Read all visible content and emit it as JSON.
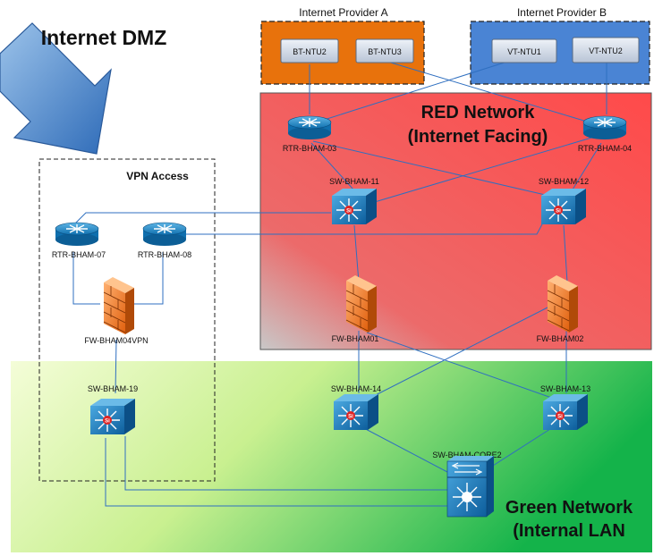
{
  "zones": {
    "dmz_title": "Internet DMZ",
    "provider_a": {
      "title": "Internet Provider A",
      "nodes": [
        "BT-NTU2",
        "BT-NTU3"
      ]
    },
    "provider_b": {
      "title": "Internet Provider B",
      "nodes": [
        "VT-NTU1",
        "VT-NTU2"
      ]
    },
    "red": {
      "title_line1": "RED Network",
      "title_line2": "(Internet Facing)"
    },
    "green": {
      "title_line1": "Green Network",
      "title_line2": "(Internal LAN"
    },
    "vpn": {
      "title": "VPN Access"
    }
  },
  "devices": {
    "rtr_bham_03": "RTR-BHAM-03",
    "rtr_bham_04": "RTR-BHAM-04",
    "rtr_bham_07": "RTR-BHAM-07",
    "rtr_bham_08": "RTR-BHAM-08",
    "sw_bham_11": "SW-BHAM-11",
    "sw_bham_12": "SW-BHAM-12",
    "sw_bham_13": "SW-BHAM-13",
    "sw_bham_14": "SW-BHAM-14",
    "sw_bham_19": "SW-BHAM-19",
    "sw_bham_core2": "SW-BHAM-CORE2",
    "fw_bham01": "FW-BHAM01",
    "fw_bham02": "FW-BHAM02",
    "fw_bham04vpn": "FW-BHAM04VPN"
  },
  "colors": {
    "provider_a_fill": "#e8720c",
    "provider_b_fill": "#4a84d4",
    "red_zone": "#f2504f",
    "green_zone": "#7fdc50",
    "link": "#2f6fc0",
    "device_blue": "#1f8fd0"
  }
}
